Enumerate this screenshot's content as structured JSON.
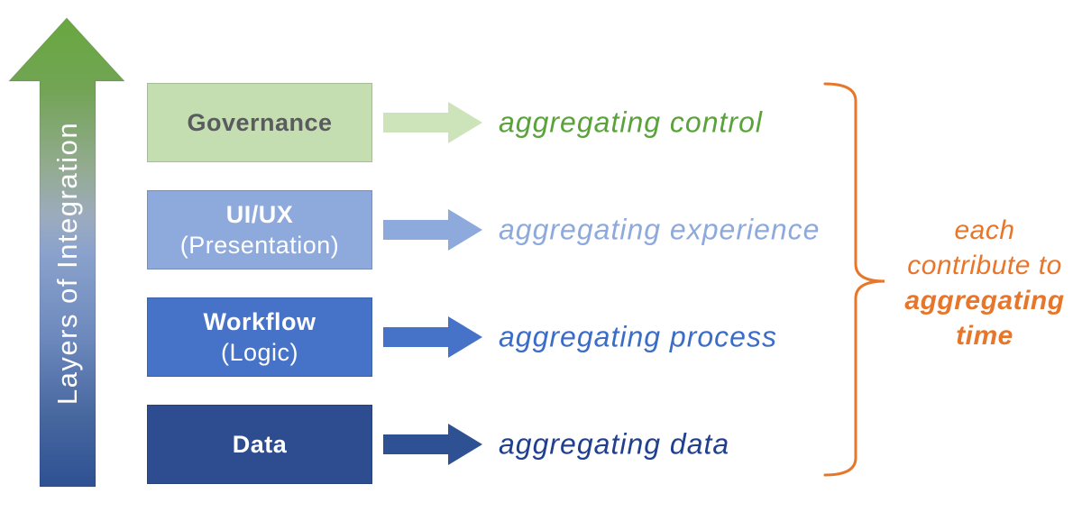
{
  "axis": {
    "label": "Layers of Integration"
  },
  "layers": [
    {
      "title": "Governance",
      "label": "aggregating control",
      "box_color": "#c5deb1",
      "title_color": "#595b5e",
      "arrow_color": "#cde4bb",
      "label_color": "#5aa33a"
    },
    {
      "title": "UI/UX",
      "subtitle": "(Presentation)",
      "label": "aggregating experience",
      "box_color": "#8ea9dc",
      "title_color": "#ffffff",
      "arrow_color": "#8ea9dc",
      "label_color": "#8ea9dc"
    },
    {
      "title": "Workflow",
      "subtitle": "(Logic)",
      "label": "aggregating process",
      "box_color": "#4673c8",
      "title_color": "#ffffff",
      "arrow_color": "#4673c8",
      "label_color": "#3a6cc8"
    },
    {
      "title": "Data",
      "label": "aggregating data",
      "box_color": "#2e4d90",
      "title_color": "#ffffff",
      "arrow_color": "#2e5193",
      "label_color": "#203f8f"
    }
  ],
  "annotation": {
    "lines": [
      "each",
      "contribute to",
      "aggregating",
      "time"
    ],
    "color": "#e8762a"
  },
  "gradient_arrow": {
    "top_color": "#68a83f",
    "bottom_color": "#2e5193"
  }
}
